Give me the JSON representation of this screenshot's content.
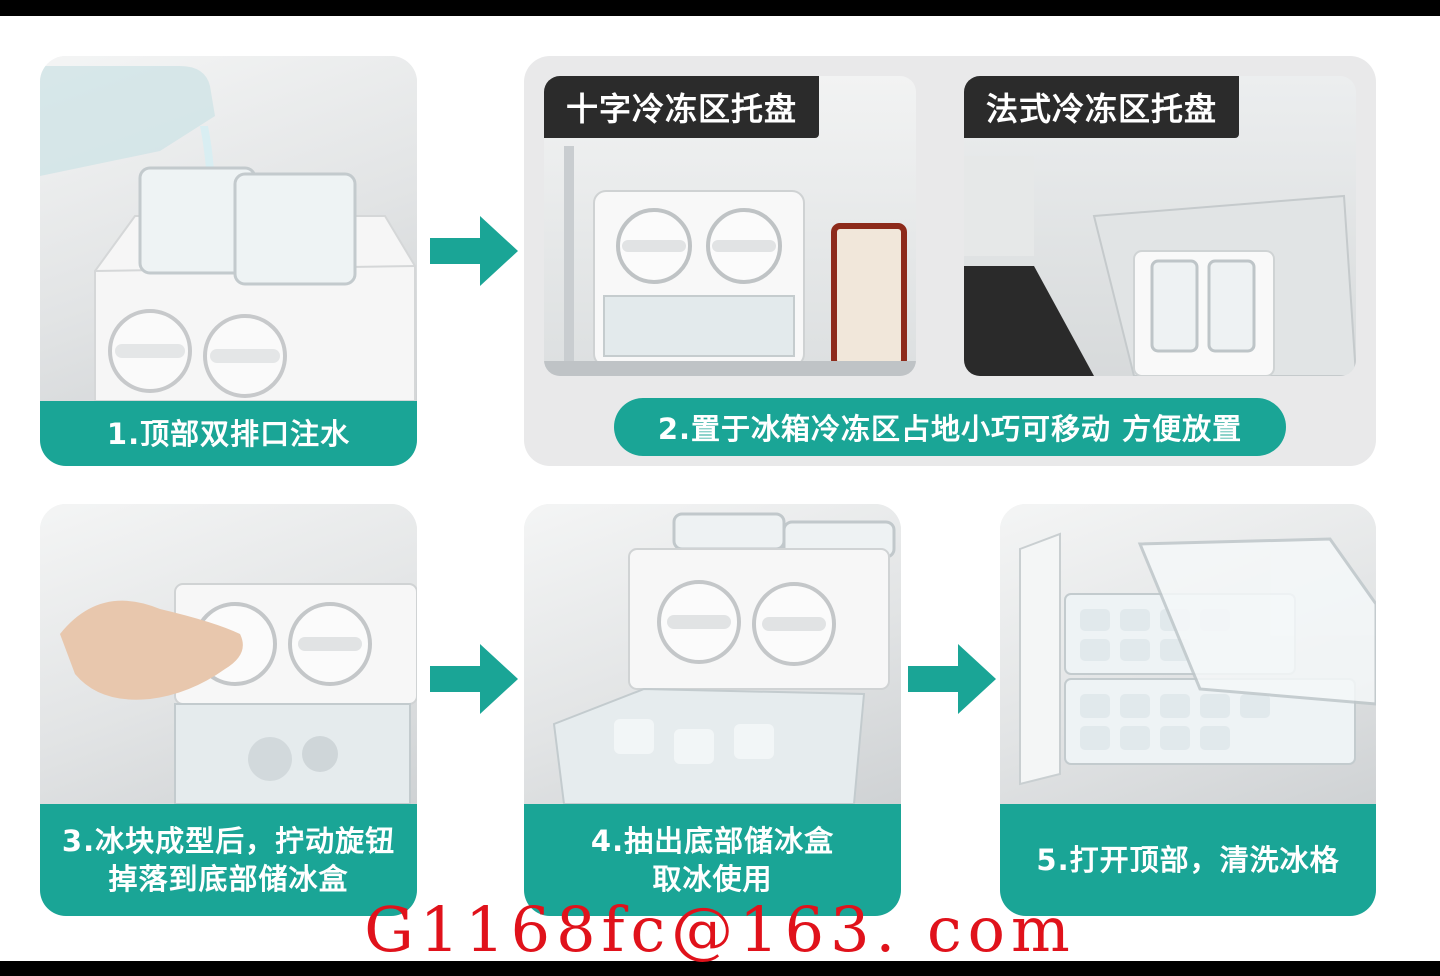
{
  "panel_2": {
    "tag_left": "十字冷冻区托盘",
    "tag_right": "法式冷冻区托盘",
    "caption": "2.置于冰箱冷冻区占地小巧可移动 方便放置"
  },
  "panel_1": {
    "caption": "1.顶部双排口注水"
  },
  "panel_3": {
    "caption_line1": "3.冰块成型后，拧动旋钮",
    "caption_line2": "掉落到底部储冰盒"
  },
  "panel_4": {
    "caption_line1": "4.抽出底部储冰盒",
    "caption_line2": "取冰使用"
  },
  "panel_5": {
    "caption": "5.打开顶部，清洗冰格"
  },
  "watermark": "G1168fc@163. com",
  "colors": {
    "accent": "#1aa596",
    "tag_bg": "#2b2b2b",
    "watermark": "#e0121b"
  },
  "icons": {
    "arrow": "right-arrow-icon",
    "knob": "rotary-knob-icon"
  }
}
